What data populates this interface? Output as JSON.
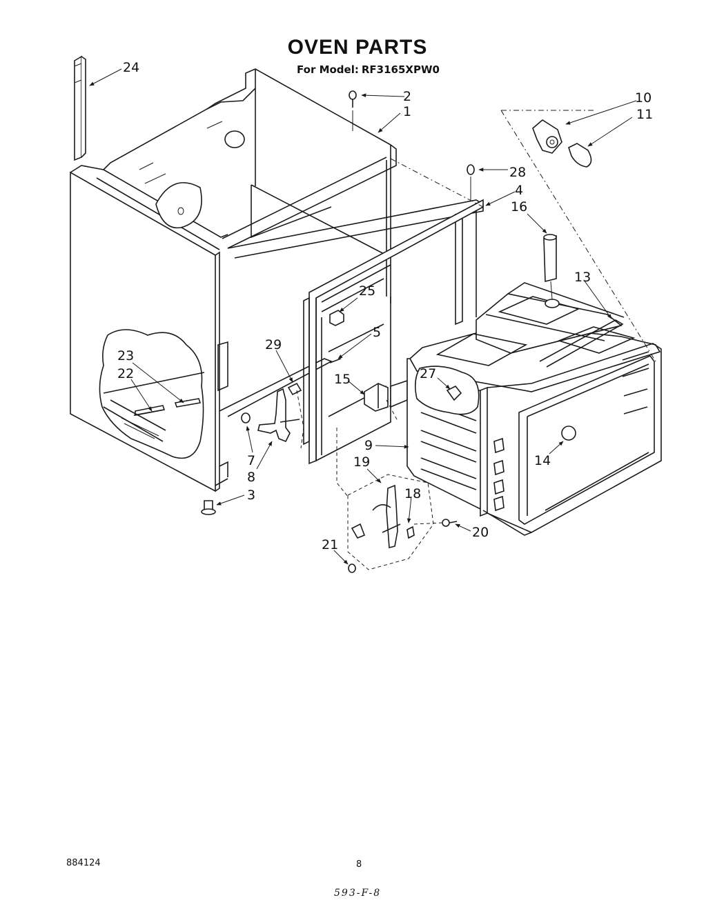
{
  "header": {
    "title": "OVEN PARTS",
    "model_label": "For Model:",
    "model_number": "RF3165XPW0"
  },
  "callouts": [
    "24",
    "2",
    "1",
    "10",
    "11",
    "28",
    "4",
    "16",
    "13",
    "25",
    "5",
    "29",
    "23",
    "22",
    "15",
    "27",
    "9",
    "7",
    "8",
    "19",
    "18",
    "14",
    "3",
    "20",
    "21"
  ],
  "footer": {
    "code": "884124",
    "page": "8",
    "handwritten": "593-F-8"
  }
}
